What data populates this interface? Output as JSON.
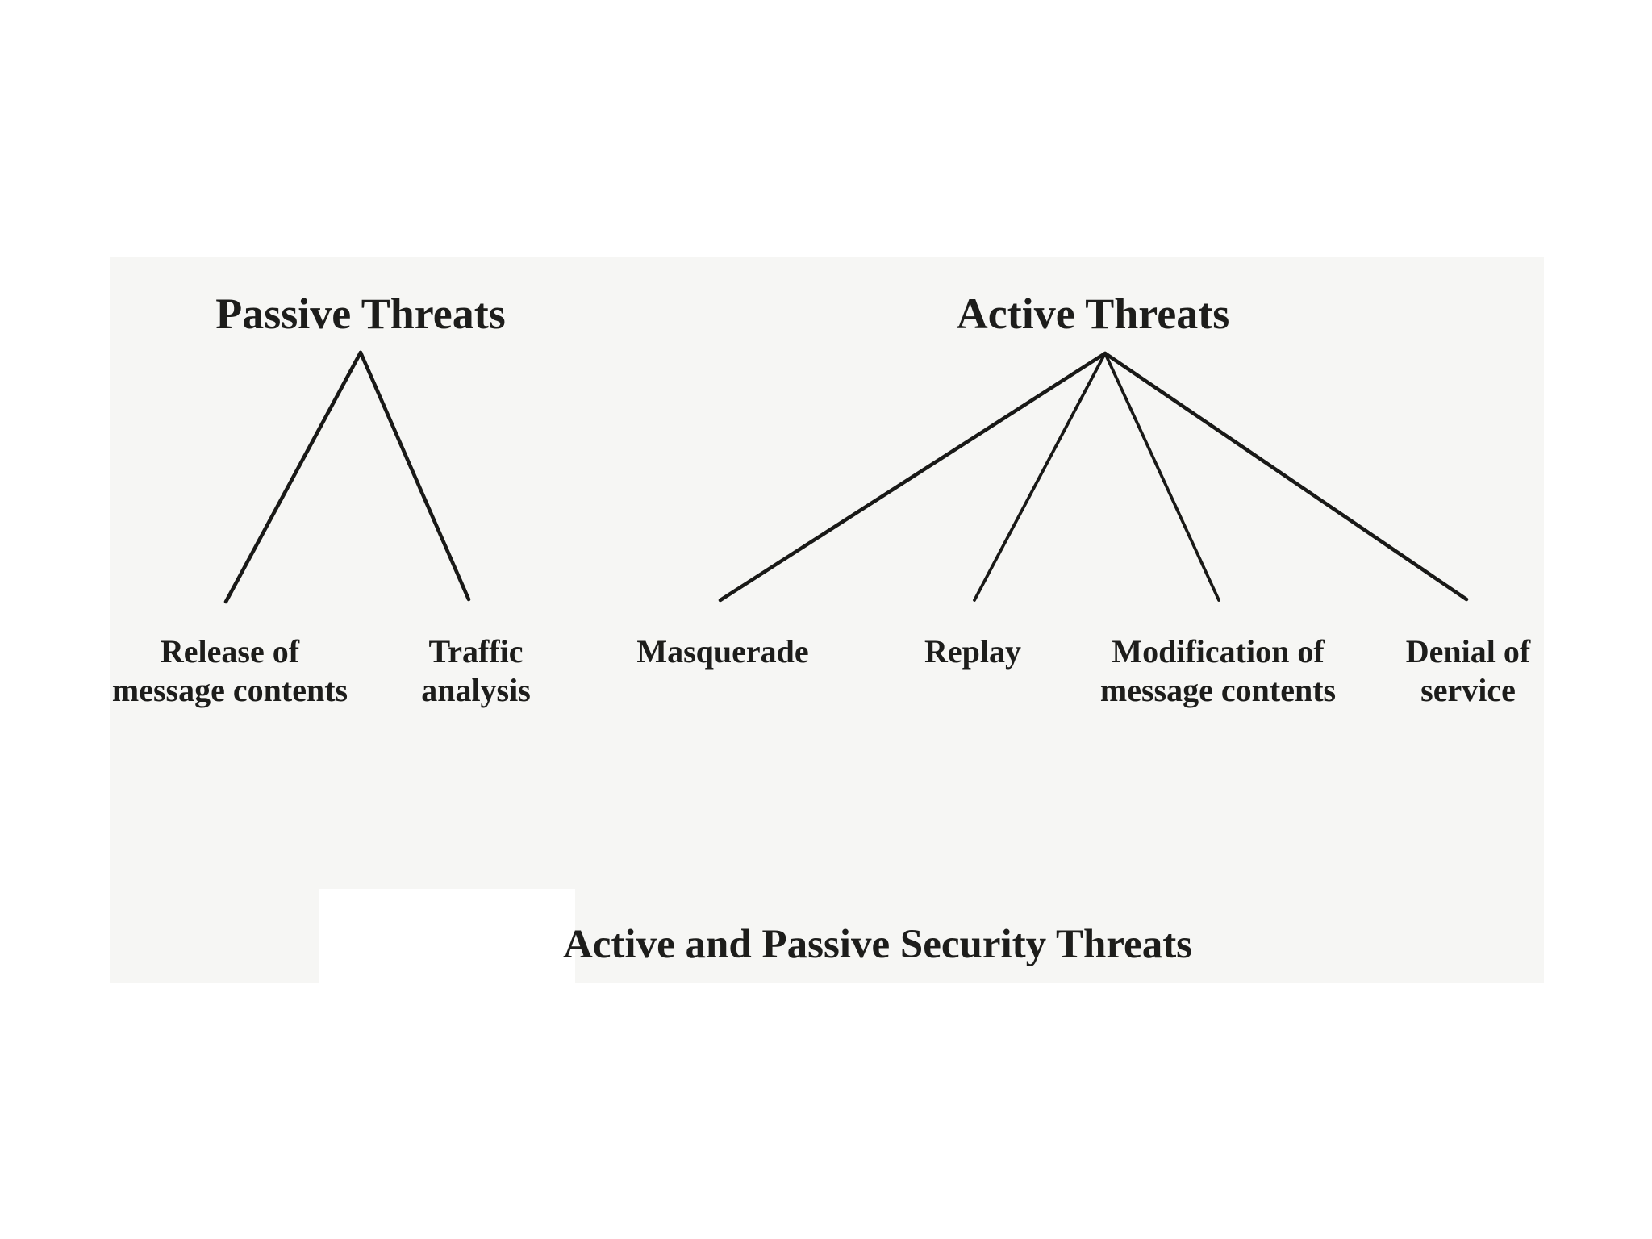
{
  "diagram": {
    "passive_tree": {
      "title": "Passive Threats",
      "children": {
        "release": "Release of\nmessage contents",
        "traffic": "Traffic\nanalysis"
      }
    },
    "active_tree": {
      "title": "Active Threats",
      "children": {
        "masquerade": "Masquerade",
        "replay": "Replay",
        "modification": "Modification of\nmessage contents",
        "denial": "Denial of\nservice"
      }
    },
    "caption": "Active and Passive Security Threats"
  },
  "colors": {
    "page_background": "#ffffff",
    "panel_background": "#f6f6f4",
    "text": "#1d1d1b",
    "line": "#191917"
  }
}
